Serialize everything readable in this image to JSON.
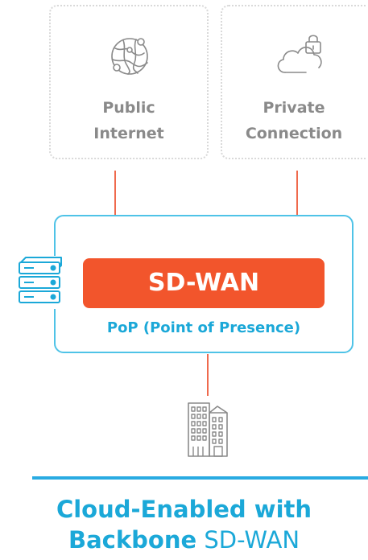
{
  "sources": {
    "public": {
      "label": "Public\nInternet",
      "icon": "globe-icon"
    },
    "private": {
      "label": "Private\nConnection",
      "icon": "cloud-lock-icon"
    }
  },
  "pop": {
    "sdwan_label": "SD-WAN",
    "caption": "PoP (Point of Presence)",
    "server_icon": "server-stack-icon"
  },
  "branch": {
    "icon": "building-icon"
  },
  "headline": {
    "line1": "Cloud-Enabled with",
    "line2_bold": "Backbone",
    "line2_light": "SD-WAN"
  },
  "colors": {
    "accent_orange": "#f2552c",
    "connector_orange": "#ef6a4d",
    "accent_blue": "#1ba8d8",
    "box_border_blue": "#4fc3e7",
    "muted_gray": "#8a8a8a"
  }
}
